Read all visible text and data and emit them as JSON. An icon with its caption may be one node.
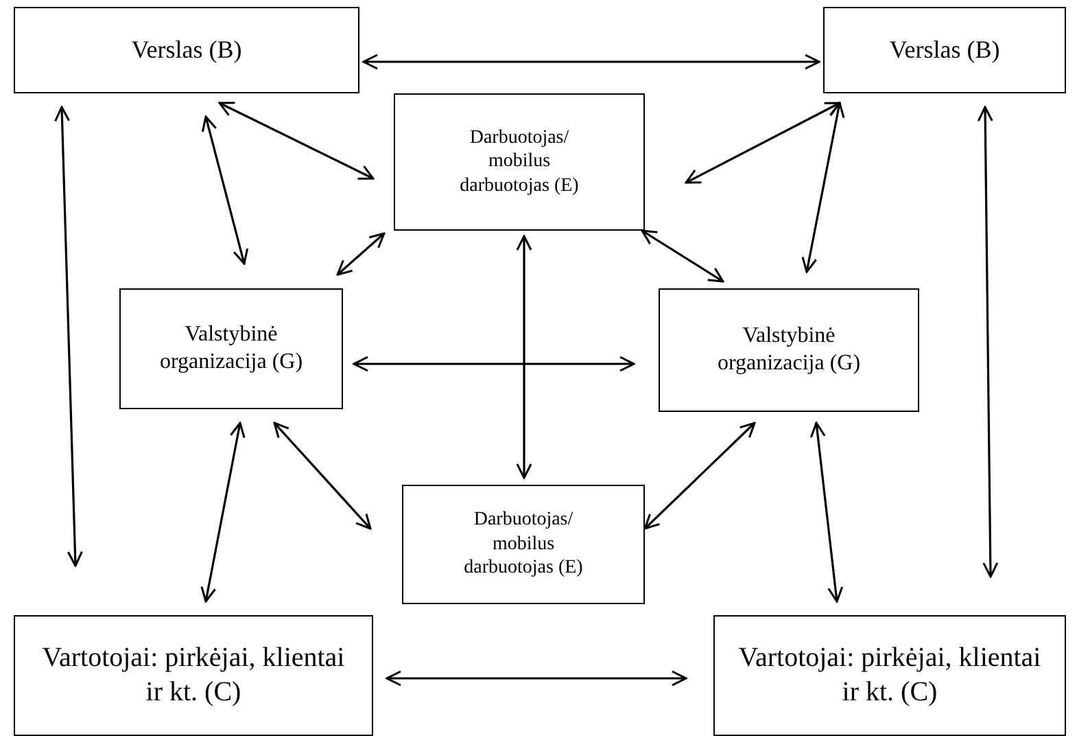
{
  "diagram": {
    "nodes": [
      {
        "text": [
          "Verslas (B)"
        ]
      },
      {
        "text": [
          "Verslas (B)"
        ]
      },
      {
        "text": [
          "Darbuotojas/ mobilus darbuotojas (E)"
        ]
      },
      {
        "text": [
          "Valstybinė organizacija (G)"
        ]
      },
      {
        "text": [
          "Valstybinė organizacija (G)"
        ]
      },
      {
        "text": [
          "Darbuotojas/ mobilus darbuotojas (E)"
        ]
      },
      {
        "text": [
          "Vartotojai: pirkėjai, klientai ir kt. (C)"
        ]
      },
      {
        "text": [
          "Vartotojai: pirkėjai, klientai ir kt. (C)"
        ]
      }
    ],
    "edges": [
      {
        "from": 0,
        "to": 1,
        "arrow": "both"
      },
      {
        "from": 0,
        "to": 2,
        "arrow": "both"
      },
      {
        "from": 0,
        "to": 3,
        "arrow": "both"
      },
      {
        "from": 1,
        "to": 2,
        "arrow": "both"
      },
      {
        "from": 1,
        "to": 4,
        "arrow": "both"
      },
      {
        "from": 2,
        "to": 3,
        "arrow": "both"
      },
      {
        "from": 2,
        "to": 4,
        "arrow": "both"
      },
      {
        "from": 2,
        "to": 5,
        "arrow": "both"
      },
      {
        "from": 3,
        "to": 4,
        "arrow": "both"
      },
      {
        "from": 0,
        "to": 6,
        "arrow": "both"
      },
      {
        "from": 1,
        "to": 7,
        "arrow": "both"
      },
      {
        "from": 3,
        "to": 6,
        "arrow": "both"
      },
      {
        "from": 3,
        "to": 5,
        "arrow": "both"
      },
      {
        "from": 4,
        "to": 5,
        "arrow": "both"
      },
      {
        "from": 4,
        "to": 7,
        "arrow": "both"
      },
      {
        "from": 6,
        "to": 7,
        "arrow": "both"
      }
    ]
  }
}
